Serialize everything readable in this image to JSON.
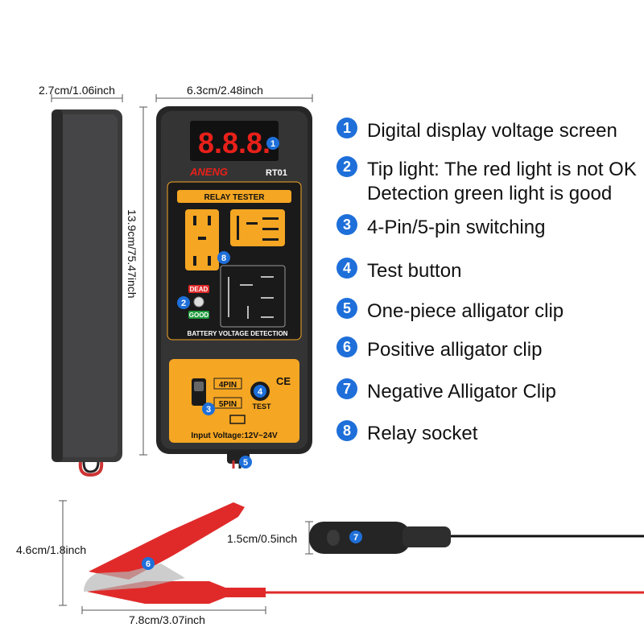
{
  "dimensions": {
    "side_width": "2.7cm/1.06inch",
    "device_width": "6.3cm/2.48inch",
    "device_height": "13.9cm/75.47inch",
    "clip_height": "4.6cm/1.8inch",
    "clip_thickness": "1.5cm/0.5inch",
    "clip_length": "7.8cm/3.07inch"
  },
  "device": {
    "display": "8.8.8.",
    "brand": "ANENG",
    "model": "RT01",
    "relay_title": "RELAY TESTER",
    "dead_label": "DEAD",
    "good_label": "GOOD",
    "battery_label": "BATTERY VOLTAGE DETECTION",
    "pin4_label": "4PIN",
    "pin5_label": "5PIN",
    "test_label": "TEST",
    "ce_mark": "CE",
    "input_voltage": "Input Voltage:12V~24V"
  },
  "features": [
    {
      "num": "1",
      "text": "Digital display voltage screen"
    },
    {
      "num": "2",
      "text": "Tip light: The red light is not OK"
    },
    {
      "num": "",
      "text": "Detection green light is good"
    },
    {
      "num": "3",
      "text": "4-Pin/5-pin switching"
    },
    {
      "num": "4",
      "text": "Test button"
    },
    {
      "num": "5",
      "text": "One-piece alligator clip"
    },
    {
      "num": "6",
      "text": "Positive alligator clip"
    },
    {
      "num": "7",
      "text": "Negative Alligator Clip"
    },
    {
      "num": "8",
      "text": "Relay socket"
    }
  ],
  "callouts": [
    "1",
    "2",
    "3",
    "4",
    "5",
    "6",
    "7",
    "8"
  ],
  "colors": {
    "accent": "#1e6fd9",
    "device_body": "#2f2f30",
    "panel_yellow": "#f5a623",
    "display_red": "#e8201a",
    "clip_red": "#e02a2a"
  }
}
